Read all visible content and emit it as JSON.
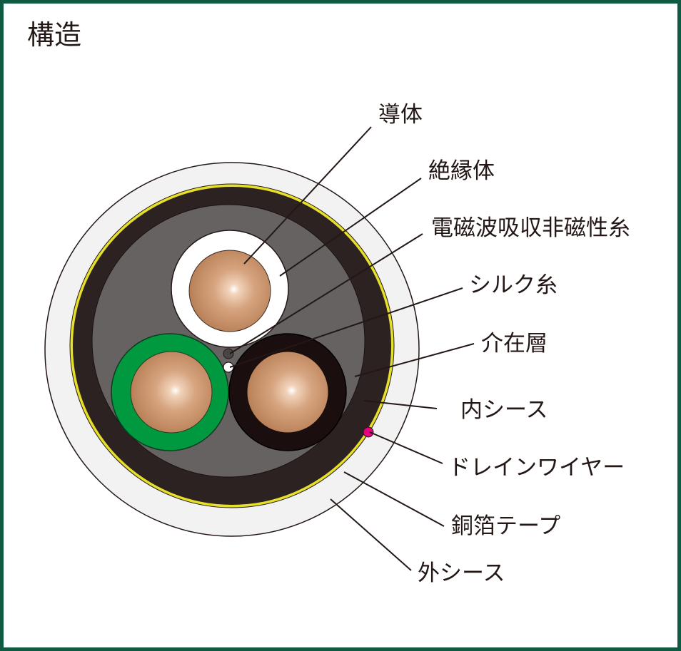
{
  "title": "構造",
  "colors": {
    "frame": "#0e5a43",
    "outer_sheath": "#f2f2f2",
    "copper_tape": "#e6e02a",
    "inner_sheath": "#2b2221",
    "filler": "#666262",
    "conductor": "#c8926a",
    "insulation_white": "#ffffff",
    "insulation_green": "#00993f",
    "insulation_black": "#1a0f0e",
    "drain_wire": "#e4007f",
    "leader": "#231815"
  },
  "labels": {
    "conductor": "導体",
    "insulation": "絶縁体",
    "em_absorbing_thread": "電磁波吸収非磁性糸",
    "silk_thread": "シルク糸",
    "filler_layer": "介在層",
    "inner_sheath": "内シース",
    "drain_wire": "ドレインワイヤー",
    "copper_tape": "銅箔テープ",
    "outer_sheath": "外シース"
  }
}
